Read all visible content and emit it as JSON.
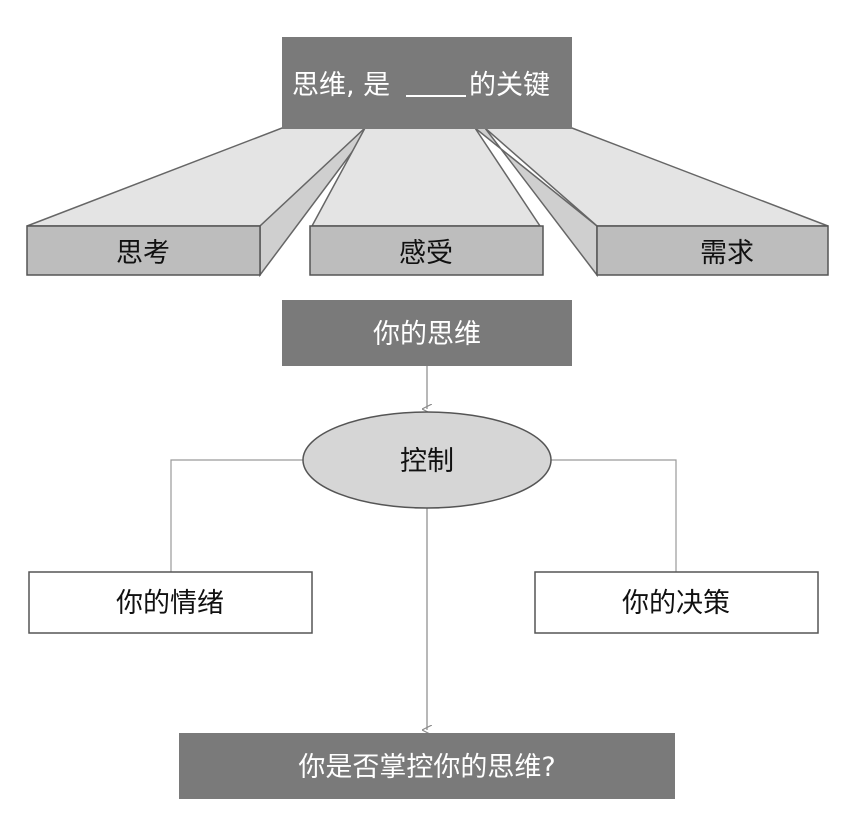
{
  "title": {
    "prefix": "思维, 是",
    "suffix": "的关键"
  },
  "factors": [
    "思考",
    "感受",
    "需求"
  ],
  "your_thinking": "你的思维",
  "control": "控制",
  "your_emotions": "你的情绪",
  "your_decisions": "你的决策",
  "question": "你是否掌控你的思维?",
  "colors": {
    "dark_box": "#7a7a7a",
    "mid_box": "#bdbdbd",
    "light_trap": "#e4e4e4",
    "ellipse": "#d6d6d6",
    "stroke": "#555555",
    "connector": "#9a9a9a"
  }
}
